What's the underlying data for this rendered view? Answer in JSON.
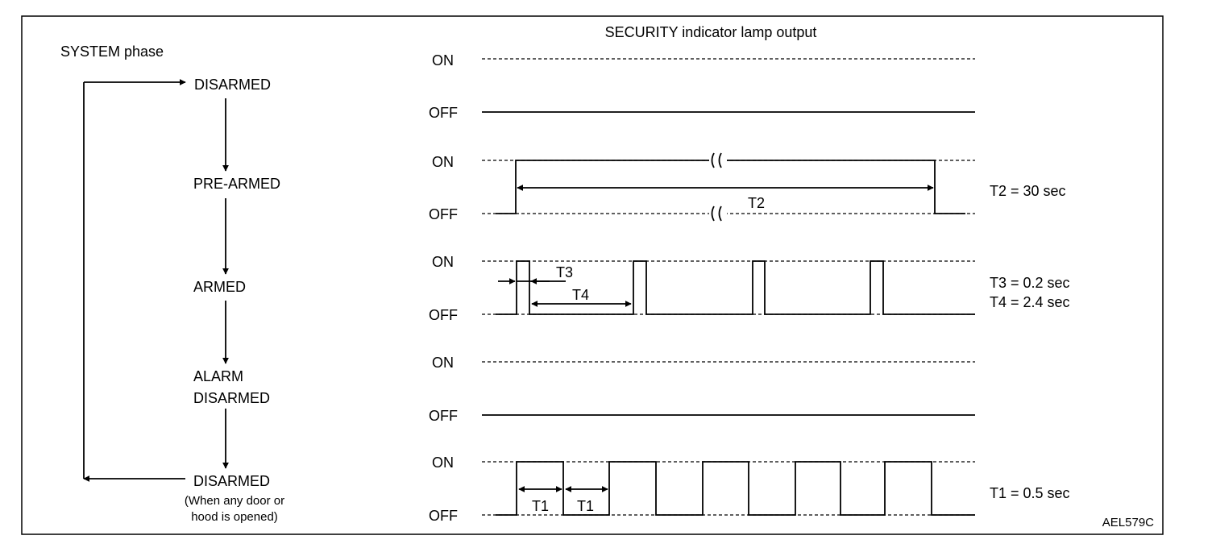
{
  "title": "SECURITY indicator lamp output",
  "phase_heading": "SYSTEM phase",
  "phases": [
    {
      "lines": [
        "DISARMED"
      ]
    },
    {
      "lines": [
        "PRE-ARMED"
      ]
    },
    {
      "lines": [
        "ARMED"
      ]
    },
    {
      "lines": [
        "ALARM",
        "DISARMED"
      ]
    },
    {
      "lines": [
        "DISARMED"
      ],
      "note": [
        "(When any door or",
        "hood is opened)"
      ]
    }
  ],
  "level_labels": {
    "on": "ON",
    "off": "OFF"
  },
  "timing_marks": {
    "t1": "T1",
    "t2": "T2",
    "t3": "T3",
    "t4": "T4"
  },
  "timings": [
    "T2 = 30 sec",
    "T3 = 0.2 sec",
    "T4 = 2.4 sec",
    "T1 = 0.5 sec"
  ],
  "ref_code": "AEL579C"
}
